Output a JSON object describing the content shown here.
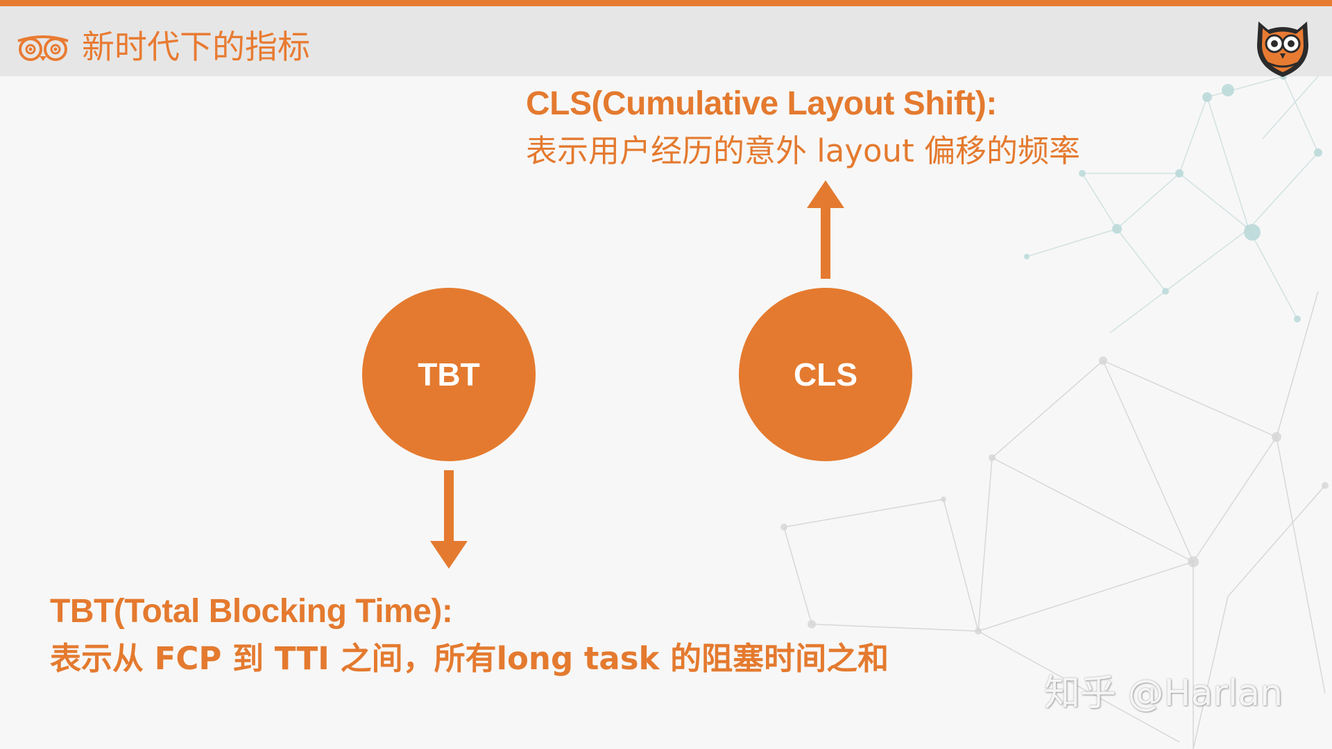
{
  "header": {
    "title": "新时代下的指标",
    "logo_icon": "owl-eyes-icon",
    "mascot_icon": "owl-mascot-icon"
  },
  "colors": {
    "accent": "#e47a2f",
    "header_bg": "#e6e6e6",
    "page_bg": "#f7f7f7"
  },
  "diagram": {
    "tbt": {
      "label": "TBT",
      "title": "TBT(Total Blocking Time):",
      "description": "表示从 FCP 到 TTI 之间，所有long task 的阻塞时间之和"
    },
    "cls": {
      "label": "CLS",
      "title": "CLS(Cumulative Layout Shift):",
      "description": "表示用户经历的意外 layout 偏移的频率"
    }
  },
  "watermark": "知乎 @Harlan"
}
